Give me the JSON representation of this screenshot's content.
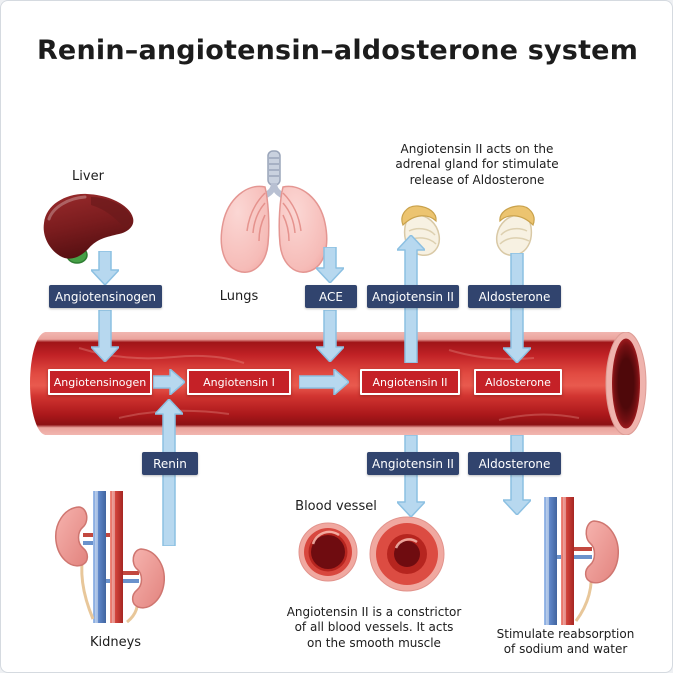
{
  "title": "Renin–angiotensin–aldosterone system",
  "organ_labels": {
    "liver": "Liver",
    "lungs": "Lungs",
    "kidneys": "Kidneys",
    "blood_vessel": "Blood vessel"
  },
  "hormone_labels": {
    "angiotensinogen_top": "Angiotensinogen",
    "ace": "ACE",
    "angiotensin_ii_top": "Angiotensin II",
    "aldosterone_top": "Aldosterone",
    "renin": "Renin",
    "angiotensin_ii_bottom": "Angiotensin II",
    "aldosterone_bottom": "Aldosterone"
  },
  "vessel_labels": {
    "angiotensinogen": "Angiotensinogen",
    "angiotensin_i": "Angiotensin I",
    "angiotensin_ii": "Angiotensin II",
    "aldosterone": "Aldosterone"
  },
  "notes": {
    "adrenal": "Angiotensin II acts on the\nadrenal gland for stimulate\nrelease of Aldosterone",
    "constrictor": "Angiotensin II is a constrictor\nof all blood vessels. It acts\non the smooth muscle",
    "reabsorption": "Stimulate reabsorption\nof sodium and water"
  },
  "colors": {
    "hormone_box": "#31446e",
    "vessel_box": "#c52127",
    "arrow_fill": "#b7d8ef",
    "arrow_stroke": "#8cc0e2",
    "vessel_red": "#c02125",
    "vessel_wall": "#f1b6b0",
    "kidney_pink": "#f2a39e",
    "vein_blue": "#5e86c8",
    "artery_red": "#d0423a"
  }
}
